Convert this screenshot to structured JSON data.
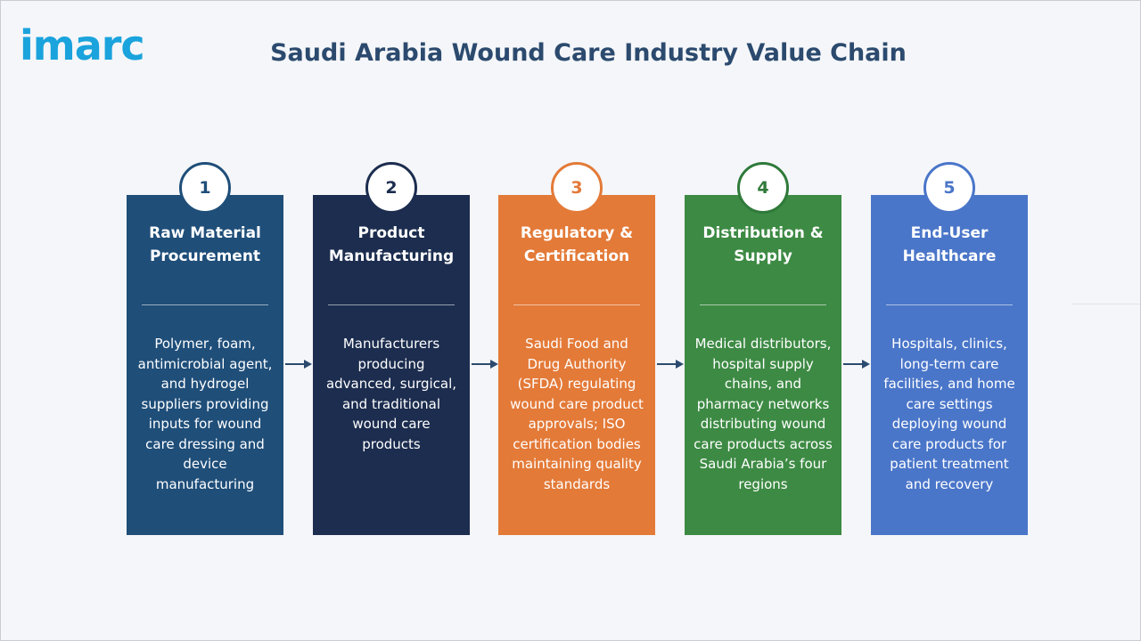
{
  "logo": {
    "text": "imarc"
  },
  "title": "Saudi Arabia Wound Care Industry Value Chain",
  "stages": [
    {
      "number": "1",
      "heading": "Raw Material Procurement",
      "description": "Polymer, foam, antimicrobial agent, and hydrogel suppliers providing inputs for wound care dressing and device manufacturing",
      "color": "#1f4e79",
      "badge_color": "#1f4e79"
    },
    {
      "number": "2",
      "heading": "Product Manufacturing",
      "description": "Manufacturers producing advanced, surgical, and traditional wound care products",
      "color": "#1c2d4f",
      "badge_color": "#1c2d4f"
    },
    {
      "number": "3",
      "heading": "Regulatory & Certification",
      "description": "Saudi Food and Drug Authority (SFDA) regulating wound care product approvals; ISO certification bodies maintaining quality standards",
      "color": "#e37a38",
      "badge_color": "#e37a38"
    },
    {
      "number": "4",
      "heading": "Distribution & Supply",
      "description": "Medical distributors, hospital supply chains, and pharmacy networks distributing wound care products across Saudi Arabia’s four regions",
      "color": "#3d8a44",
      "badge_color": "#2f7a3a"
    },
    {
      "number": "5",
      "heading": "End-User Healthcare",
      "description": "Hospitals, clinics, long-term care facilities, and home care settings deploying wound care products for patient treatment and recovery",
      "color": "#4a76c9",
      "badge_color": "#4a76c9"
    }
  ]
}
